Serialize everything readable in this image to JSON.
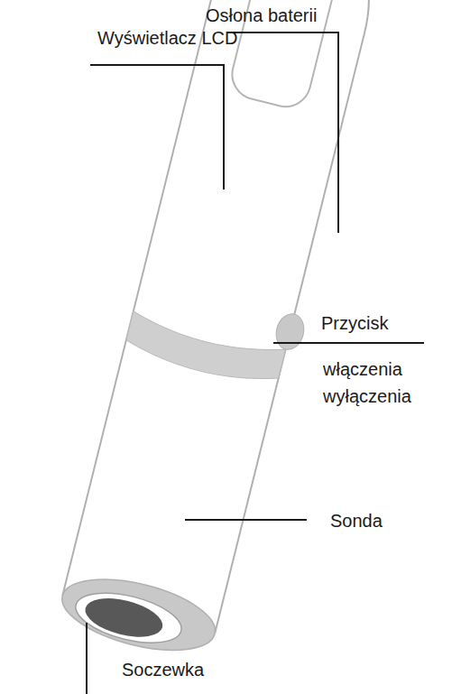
{
  "diagram": {
    "labels": [
      "Osłona baterii",
      "Wyświetlacz LCD",
      "Przycisk",
      "włączenia wyłączenia",
      "Sonda",
      "Soczewka"
    ]
  }
}
